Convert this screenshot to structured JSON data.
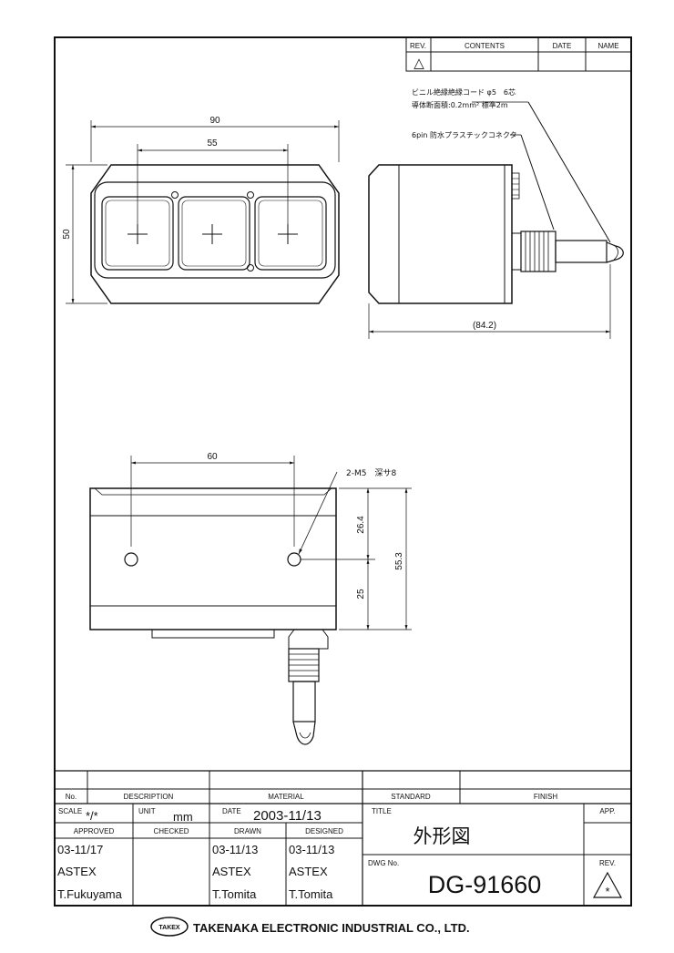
{
  "revision_table": {
    "headers": {
      "rev": "REV.",
      "contents": "CONTENTS",
      "date": "DATE",
      "name": "NAME"
    },
    "rev_symbol": "△"
  },
  "annotations": {
    "cord_line1": "ビニル絶縁絶縁コード φ5　6芯",
    "cord_line2": "導体断面積:0.2mm² 標準2m",
    "connector": "6pin 防水プラスチックコネクタ",
    "screws": "2-M5　深サ8"
  },
  "dimensions": {
    "front_width": "90",
    "front_spacing": "55",
    "front_height": "50",
    "side_length": "(84.2)",
    "bottom_spacing": "60",
    "bottom_upper": "26.4",
    "bottom_lower": "25",
    "bottom_total": "55.3"
  },
  "title_block": {
    "no_label": "No.",
    "description_label": "DESCRIPTION",
    "material_label": "MATERIAL",
    "standard_label": "STANDARD",
    "finish_label": "FINISH",
    "scale_label": "SCALE",
    "scale_value": "*/*",
    "unit_label": "UNIT",
    "unit_value": "mm",
    "date_label": "DATE",
    "date_value": "2003-11/13",
    "title_label": "TITLE",
    "title_value": "外形図",
    "app_label": "APP.",
    "approved_label": "APPROVED",
    "checked_label": "CHECKED",
    "drawn_label": "DRAWN",
    "designed_label": "DESIGNED",
    "approved_date": "03-11/17",
    "approved_company": "ASTEX",
    "approved_name": "T.Fukuyama",
    "drawn_date": "03-11/13",
    "drawn_company": "ASTEX",
    "drawn_name": "T.Tomita",
    "designed_date": "03-11/13",
    "designed_company": "ASTEX",
    "designed_name": "T.Tomita",
    "dwg_label": "DWG No.",
    "dwg_value": "DG-91660",
    "rev_label": "REV.",
    "rev_value": "*"
  },
  "footer": {
    "logo_text": "TAKEX",
    "company": "TAKENAKA ELECTRONIC INDUSTRIAL CO., LTD."
  }
}
